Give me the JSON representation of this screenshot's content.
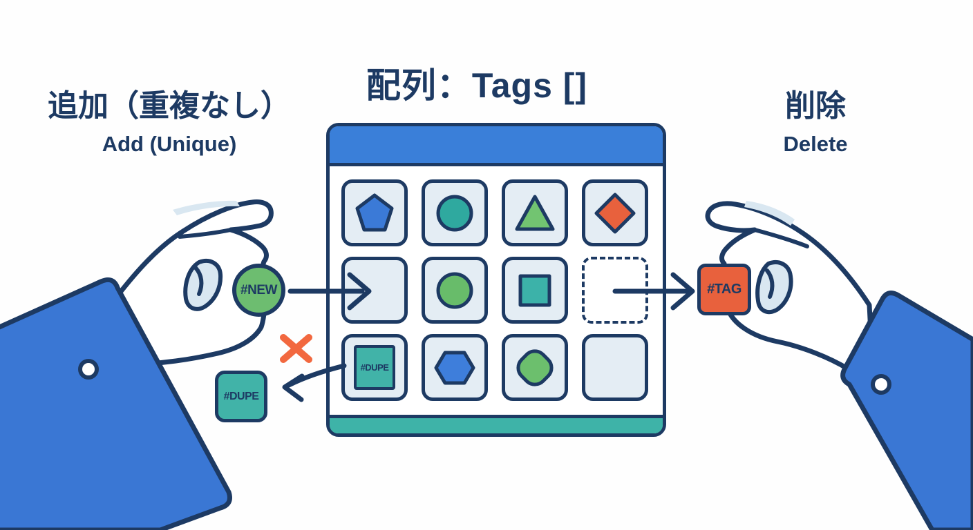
{
  "title": "配列：Tags []",
  "left_caption": {
    "ja": "追加（重複なし）",
    "en": "Add (Unique)"
  },
  "right_caption": {
    "ja": "削除",
    "en": "Delete"
  },
  "tags": {
    "new": "#NEW",
    "duplicate_rejected": "#DUPE",
    "deleted": "#TAG"
  },
  "grid": {
    "columns": 4,
    "rows": 3,
    "cells": [
      {
        "shape": "pentagon",
        "color": "#3b7ad7"
      },
      {
        "shape": "circle",
        "color": "#2fa99f"
      },
      {
        "shape": "triangle",
        "color": "#72c471"
      },
      {
        "shape": "diamond",
        "color": "#e8613d"
      },
      {
        "shape": "empty"
      },
      {
        "shape": "circle",
        "color": "#68bc6a"
      },
      {
        "shape": "square",
        "color": "#3cb2a9"
      },
      {
        "shape": "dashed-slot"
      },
      {
        "shape": "tag",
        "label": "#DUPE",
        "color": "#41b3a8"
      },
      {
        "shape": "hexagon",
        "color": "#3e7edb"
      },
      {
        "shape": "blob",
        "color": "#6cbf6d"
      },
      {
        "shape": "empty"
      }
    ]
  },
  "colors": {
    "outline": "#1d3a63",
    "titlebar": "#3a7fd9",
    "footer": "#3eb3a8",
    "tile_bg": "#e4edf4",
    "panel_bg": "#ffffff",
    "sleeve": "#3a77d4",
    "new_tag": "#6dbd70",
    "deleted_tag": "#e8613d",
    "duplicate_tag": "#41b3a8",
    "reject_x": "#f2683f"
  }
}
